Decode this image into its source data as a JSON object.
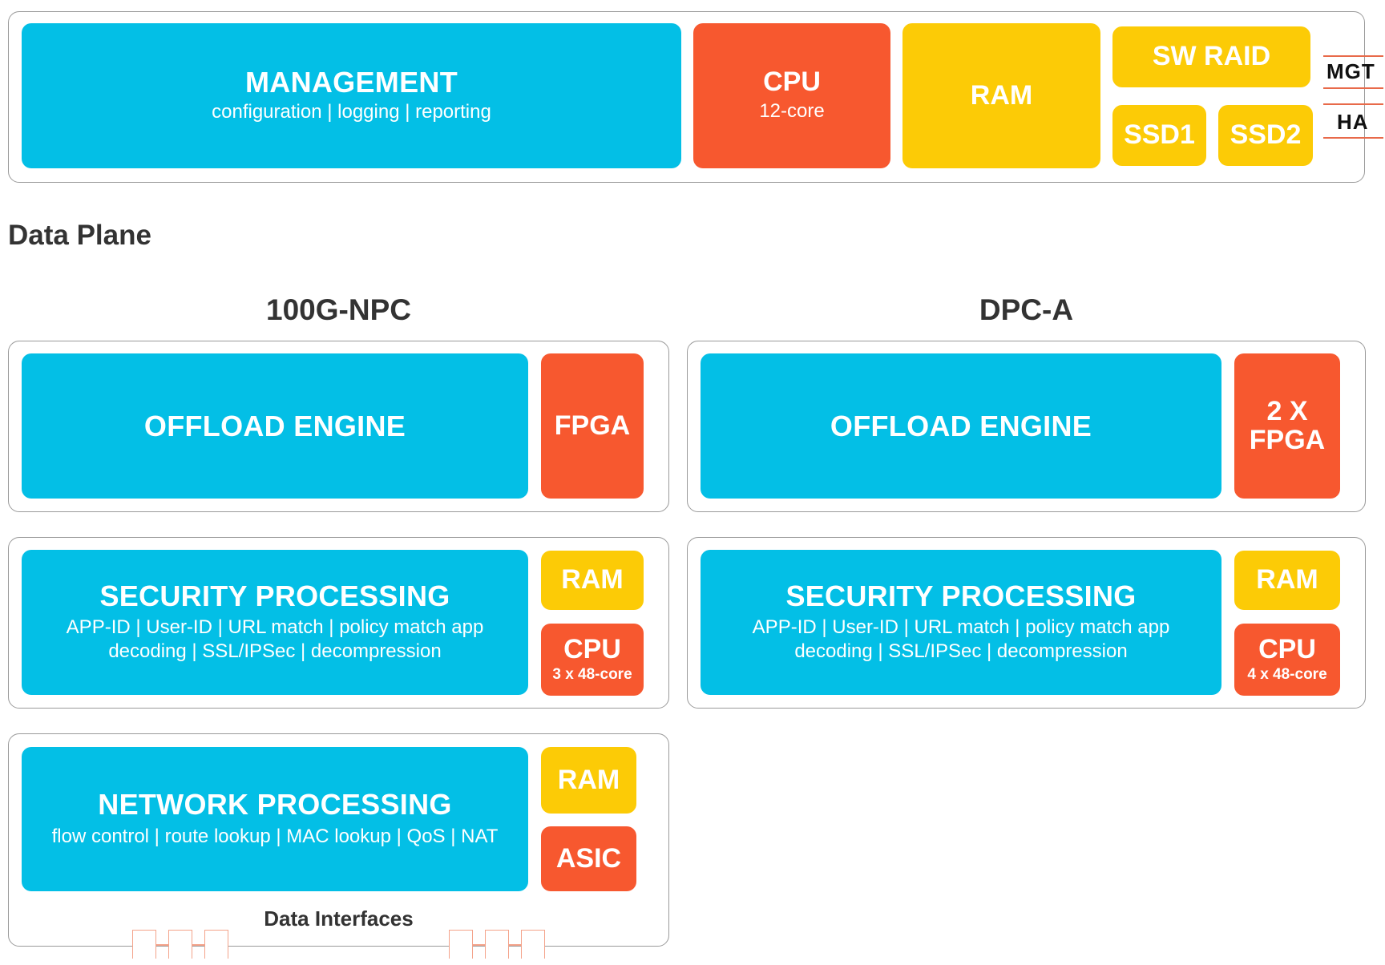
{
  "management": {
    "title": "MANAGEMENT",
    "subtitle": "configuration | logging | reporting",
    "cpu_label": "CPU",
    "cpu_sub": "12-core",
    "ram_label": "RAM",
    "swraid_label": "SW RAID",
    "ssd1_label": "SSD1",
    "ssd2_label": "SSD2",
    "mgt_label": "MGT",
    "ha_label": "HA"
  },
  "section_title": "Data Plane",
  "npc": {
    "title": "100G-NPC",
    "offload_label": "OFFLOAD ENGINE",
    "fpga_label": "FPGA",
    "security_title": "SECURITY PROCESSING",
    "security_line1": "APP-ID | User-ID | URL match | policy match app",
    "security_line2": "decoding | SSL/IPSec | decompression",
    "security_ram": "RAM",
    "security_cpu": "CPU",
    "security_cpu_sub": "3 x 48-core",
    "network_title": "NETWORK PROCESSING",
    "network_sub": "flow control | route lookup | MAC lookup | QoS | NAT",
    "network_ram": "RAM",
    "network_asic": "ASIC",
    "data_interfaces": "Data Interfaces"
  },
  "dpc": {
    "title": "DPC-A",
    "offload_label": "OFFLOAD ENGINE",
    "fpga_line1": "2 X",
    "fpga_line2": "FPGA",
    "security_title": "SECURITY PROCESSING",
    "security_line1": "APP-ID | User-ID | URL match | policy match app",
    "security_line2": "decoding | SSL/IPSec | decompression",
    "security_ram": "RAM",
    "security_cpu": "CPU",
    "security_cpu_sub": "4 x 48-core"
  },
  "colors": {
    "blue": "#03bfe6",
    "orange": "#f7582f",
    "yellow": "#fccb06"
  }
}
